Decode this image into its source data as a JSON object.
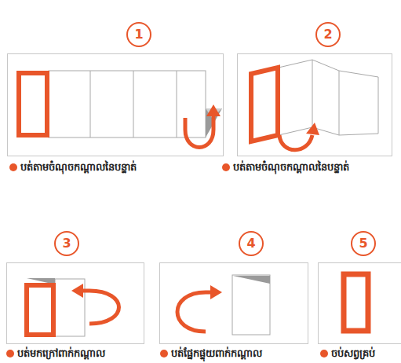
{
  "diagram": {
    "nodes": [
      {
        "text": [
          "1"
        ]
      },
      {
        "text": [
          "បត់តាមចំណុចកណ្ដាលនៃបន្ទាត់"
        ]
      },
      {
        "text": [
          "2"
        ]
      },
      {
        "text": [
          "បត់តាមចំណុចកណ្ដាលនៃបន្ទាត់"
        ]
      },
      {
        "text": [
          "3"
        ]
      },
      {
        "text": [
          "បត់មកក្រៅពាក់កណ្ដាល"
        ]
      },
      {
        "text": [
          "4"
        ]
      },
      {
        "text": [
          "បត់ផ្នែកផ្ទុយពាក់កណ្ដាល"
        ]
      },
      {
        "text": [
          "5"
        ]
      },
      {
        "text": [
          "ចប់សព្វគ្រប់"
        ]
      }
    ]
  }
}
